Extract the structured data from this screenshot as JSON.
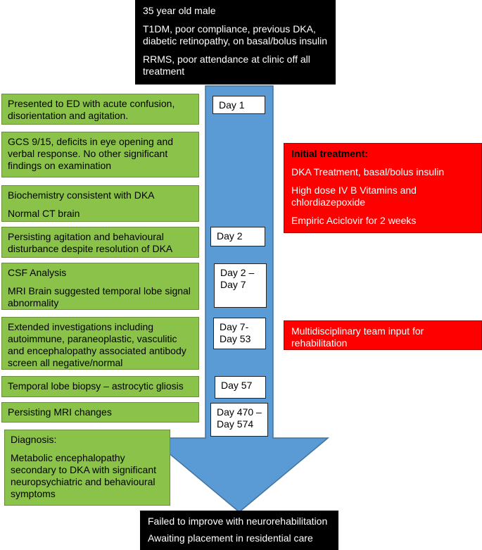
{
  "header": {
    "lines": [
      "35 year old male",
      "T1DM, poor compliance, previous DKA,\ndiabetic retinopathy, on basal/bolus insulin",
      "RRMS, poor attendance at clinic off all\ntreatment"
    ]
  },
  "steps": [
    {
      "text": [
        "Presented to ED with acute confusion,\ndisorientation and agitation."
      ]
    },
    {
      "text": [
        "GCS 9/15, deficits in eye opening and\nverbal response. No other significant\nfindings on examination"
      ]
    },
    {
      "text": [
        "Biochemistry consistent with DKA",
        "Normal CT brain"
      ]
    },
    {
      "text": [
        "Persisting agitation and behavioural\ndisturbance despite resolution of DKA"
      ]
    },
    {
      "text": [
        "CSF Analysis",
        "MRI Brain suggested temporal lobe signal\nabnormality"
      ]
    },
    {
      "text": [
        "Extended investigations including\nautoimmune, paraneoplastic, vasculitic\nand encephalopathy associated antibody\nscreen all negative/normal"
      ]
    },
    {
      "text": [
        "Temporal lobe biopsy – astrocytic gliosis"
      ]
    },
    {
      "text": [
        "Persisting MRI changes"
      ]
    },
    {
      "text": [
        "Diagnosis:",
        "Metabolic encephalopathy\nsecondary to DKA with significant\nneuropsychiatric and behavioural\nsymptoms"
      ]
    }
  ],
  "days": [
    "Day 1",
    "Day 2",
    "Day 2 –\nDay 7",
    "Day 7-\nDay 53",
    "Day 57",
    "Day 470 –\nDay 574"
  ],
  "treatment": {
    "title": "Initial treatment:",
    "items": [
      "DKA Treatment, basal/bolus insulin",
      "High dose IV B Vitamins and\nchlordiazepoxide",
      "Empiric Aciclovir for 2 weeks"
    ]
  },
  "mdt": {
    "text": "Multidisciplinary team input for\nrehabilitation"
  },
  "outcome": {
    "lines": [
      "Failed to improve with neurorehabilitation",
      "Awaiting placement in residential care"
    ]
  },
  "colors": {
    "arrow": "#5b9bd5",
    "arrow_border": "#41719c",
    "green": "#8bc34a",
    "red": "#ff0000",
    "black": "#000000"
  }
}
